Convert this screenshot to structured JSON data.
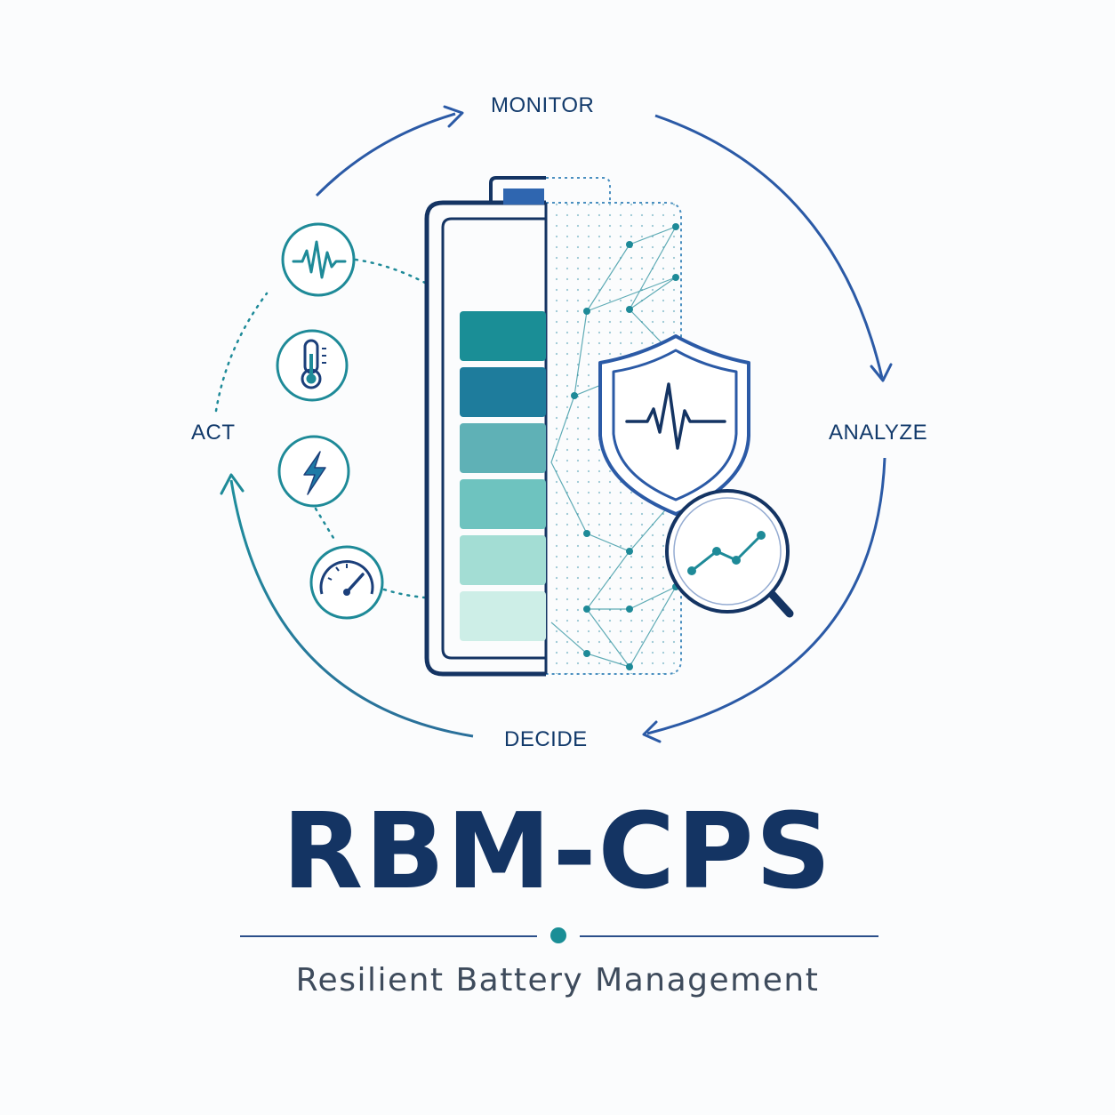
{
  "cycle": {
    "monitor": "MONITOR",
    "analyze": "ANALYZE",
    "decide": "DECIDE",
    "act": "ACT"
  },
  "brand": {
    "title": "RBM-CPS",
    "subtitle": "Resilient Battery Management"
  },
  "icons": {
    "sensors": [
      "waveform-icon",
      "thermometer-icon",
      "lightning-bolt-icon",
      "gauge-icon"
    ],
    "shield": "shield-heartbeat-icon",
    "magnifier": "magnifier-trend-icon",
    "battery": "battery-icon"
  },
  "colors": {
    "navy": "#1b3f7a",
    "dark_navy": "#143463",
    "teal": "#1e8a98",
    "cell_colors": [
      "#1a8e96",
      "#1e7c9c",
      "#5fb1b6",
      "#6ec3bf",
      "#a3ddd4",
      "#cdeee7"
    ]
  }
}
